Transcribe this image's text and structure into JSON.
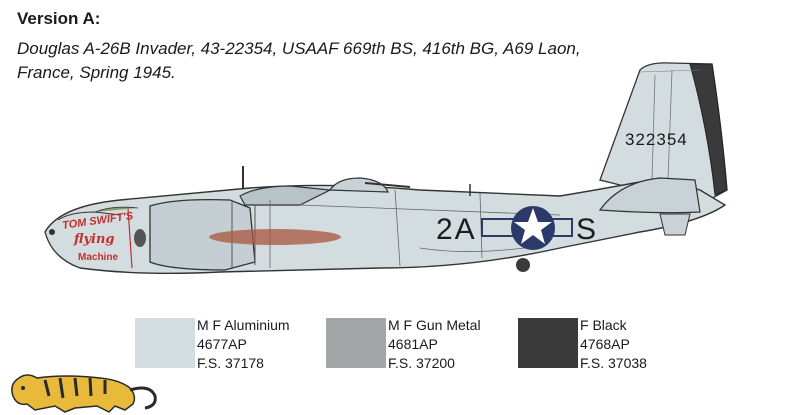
{
  "header": {
    "version": "Version A:",
    "description_line1": "Douglas A-26B Invader, 43-22354, USAAF 669th BS, 416th BG, A69 Laon,",
    "description_line2": "France, Spring 1945."
  },
  "aircraft": {
    "serial": "322354",
    "code_left": "2A",
    "code_right": "S",
    "nose_art_line1": "TOM SWIFT'S",
    "nose_art_line2": "flying",
    "nose_art_line3": "Machine"
  },
  "colors": [
    {
      "name": "M F Aluminium",
      "code": "4677AP",
      "fs": "F.S. 37178",
      "hex": "#d3dcdf"
    },
    {
      "name": "M F Gun Metal",
      "code": "4681AP",
      "fs": "F.S. 37200",
      "hex": "#a3a5a7"
    },
    {
      "name": "F Black",
      "code": "4768AP",
      "fs": "F.S. 37038",
      "hex": "#3a3a3a"
    }
  ],
  "logo": {
    "icon": "tiger-icon"
  }
}
